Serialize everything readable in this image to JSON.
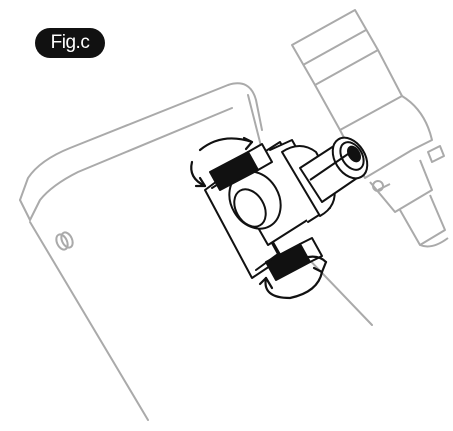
{
  "figure": {
    "label": "Fig.c",
    "badge_color": "#111111",
    "line_color": "#111111",
    "light_line_color": "#aaaaaa"
  },
  "parts": [
    "tube-body-outline",
    "finder-scope",
    "focuser",
    "eyepiece",
    "focus-knob-upper",
    "focus-knob-lower",
    "rotation-arrow-upper",
    "rotation-arrow-lower"
  ]
}
